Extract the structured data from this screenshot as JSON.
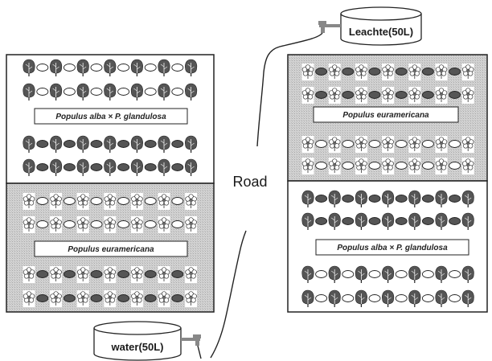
{
  "road": {
    "label": "Road"
  },
  "tanks": {
    "leachate": {
      "label": "Leachte(50L)"
    },
    "water": {
      "label": "water(50L)"
    }
  },
  "plots": [
    {
      "id": "top-left",
      "species": "Populus alba × P. glandulosa",
      "background": "white",
      "rows": [
        [
          "tree",
          "ellipse-white",
          "tree",
          "ellipse-white",
          "tree",
          "ellipse-white",
          "tree",
          "ellipse-white",
          "tree",
          "ellipse-white",
          "tree",
          "ellipse-white",
          "tree"
        ],
        [
          "tree",
          "ellipse-white",
          "tree",
          "ellipse-white",
          "tree",
          "ellipse-white",
          "tree",
          "ellipse-white",
          "tree",
          "ellipse-white",
          "tree",
          "ellipse-white",
          "tree"
        ],
        [
          "tree",
          "ellipse-dark",
          "tree",
          "ellipse-dark",
          "tree",
          "ellipse-dark",
          "tree",
          "ellipse-dark",
          "tree",
          "ellipse-dark",
          "tree",
          "ellipse-dark",
          "tree"
        ],
        [
          "tree",
          "ellipse-dark",
          "tree",
          "ellipse-dark",
          "tree",
          "ellipse-dark",
          "tree",
          "ellipse-dark",
          "tree",
          "ellipse-dark",
          "tree",
          "ellipse-dark",
          "tree"
        ]
      ]
    },
    {
      "id": "bottom-left",
      "species": "Populus euramericana",
      "background": "shaded",
      "rows": [
        [
          "flower",
          "ellipse-white",
          "flower",
          "ellipse-white",
          "flower",
          "ellipse-white",
          "flower",
          "ellipse-white",
          "flower",
          "ellipse-white",
          "flower",
          "ellipse-white",
          "flower"
        ],
        [
          "flower",
          "ellipse-white",
          "flower",
          "ellipse-white",
          "flower",
          "ellipse-white",
          "flower",
          "ellipse-white",
          "flower",
          "ellipse-white",
          "flower",
          "ellipse-white",
          "flower"
        ],
        [
          "flower",
          "ellipse-dark",
          "flower",
          "ellipse-dark",
          "flower",
          "ellipse-dark",
          "flower",
          "ellipse-dark",
          "flower",
          "ellipse-dark",
          "flower",
          "ellipse-dark",
          "flower"
        ],
        [
          "flower",
          "ellipse-dark",
          "flower",
          "ellipse-dark",
          "flower",
          "ellipse-dark",
          "flower",
          "ellipse-dark",
          "flower",
          "ellipse-dark",
          "flower",
          "ellipse-dark",
          "flower"
        ]
      ]
    },
    {
      "id": "top-right",
      "species": "Populus euramericana",
      "background": "shaded",
      "rows": [
        [
          "flower",
          "ellipse-dark",
          "flower",
          "ellipse-dark",
          "flower",
          "ellipse-dark",
          "flower",
          "ellipse-dark",
          "flower",
          "ellipse-dark",
          "flower",
          "ellipse-dark",
          "flower"
        ],
        [
          "flower",
          "ellipse-dark",
          "flower",
          "ellipse-dark",
          "flower",
          "ellipse-dark",
          "flower",
          "ellipse-dark",
          "flower",
          "ellipse-dark",
          "flower",
          "ellipse-dark",
          "flower"
        ],
        [
          "flower",
          "ellipse-white",
          "flower",
          "ellipse-white",
          "flower",
          "ellipse-white",
          "flower",
          "ellipse-white",
          "flower",
          "ellipse-white",
          "flower",
          "ellipse-white",
          "flower"
        ],
        [
          "flower",
          "ellipse-white",
          "flower",
          "ellipse-white",
          "flower",
          "ellipse-white",
          "flower",
          "ellipse-white",
          "flower",
          "ellipse-white",
          "flower",
          "ellipse-white",
          "flower"
        ]
      ]
    },
    {
      "id": "bottom-right",
      "species": "Populus alba × P. glandulosa",
      "background": "white",
      "rows": [
        [
          "tree",
          "ellipse-dark",
          "tree",
          "ellipse-dark",
          "tree",
          "ellipse-dark",
          "tree",
          "ellipse-dark",
          "tree",
          "ellipse-dark",
          "tree",
          "ellipse-dark",
          "tree"
        ],
        [
          "tree",
          "ellipse-dark",
          "tree",
          "ellipse-dark",
          "tree",
          "ellipse-dark",
          "tree",
          "ellipse-dark",
          "tree",
          "ellipse-dark",
          "tree",
          "ellipse-dark",
          "tree"
        ],
        [
          "tree",
          "ellipse-white",
          "tree",
          "ellipse-white",
          "tree",
          "ellipse-white",
          "tree",
          "ellipse-white",
          "tree",
          "ellipse-white",
          "tree",
          "ellipse-white",
          "tree"
        ],
        [
          "tree",
          "ellipse-white",
          "tree",
          "ellipse-white",
          "tree",
          "ellipse-white",
          "tree",
          "ellipse-white",
          "tree",
          "ellipse-white",
          "tree",
          "ellipse-white",
          "tree"
        ]
      ]
    }
  ],
  "colors": {
    "border": "#222222",
    "shaded_background": "#d2d2d2",
    "tree_fill": "#555555",
    "ellipse_dark": "#555555",
    "ellipse_white": "#ffffff"
  }
}
